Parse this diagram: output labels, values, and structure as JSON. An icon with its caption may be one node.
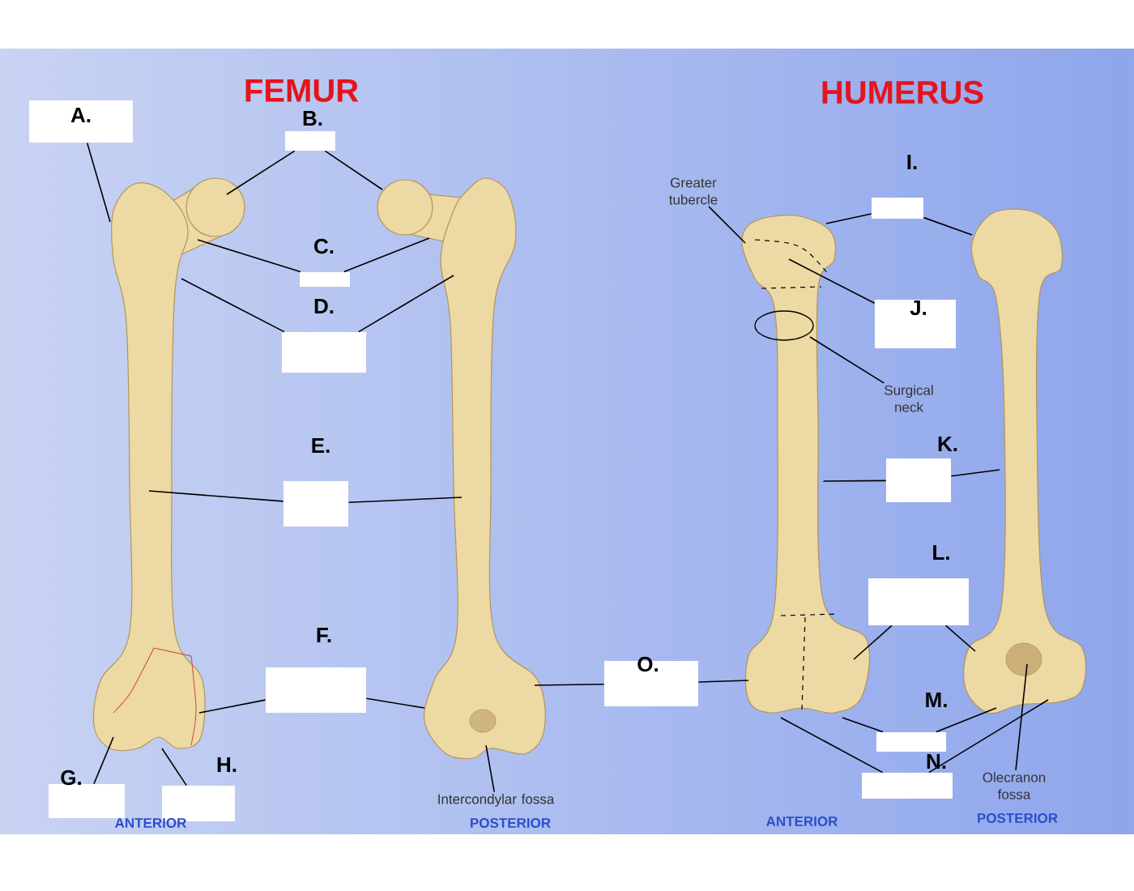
{
  "diagram": {
    "nodes": [
      {
        "text": [
          "A."
        ]
      },
      {
        "text": [
          "B."
        ]
      },
      {
        "text": [
          "C."
        ]
      },
      {
        "text": [
          "D."
        ]
      },
      {
        "text": [
          "E."
        ]
      },
      {
        "text": [
          "F."
        ]
      },
      {
        "text": [
          "G."
        ]
      },
      {
        "text": [
          "H."
        ]
      },
      {
        "text": [
          "I."
        ]
      },
      {
        "text": [
          "J."
        ]
      },
      {
        "text": [
          "K."
        ]
      },
      {
        "text": [
          "L."
        ]
      },
      {
        "text": [
          "M."
        ]
      },
      {
        "text": [
          "N."
        ]
      },
      {
        "text": [
          "O."
        ]
      },
      {
        "text": [
          "Greater tubercle"
        ]
      },
      {
        "text": [
          "Surgical neck"
        ]
      },
      {
        "text": [
          "Intercondylar fossa"
        ]
      },
      {
        "text": [
          "Olecranon fossa"
        ]
      },
      {
        "text": [],
        "shape": "picture"
      },
      {
        "text": [],
        "shape": "picture"
      },
      {
        "text": [],
        "shape": "picture"
      },
      {
        "text": [],
        "shape": "picture"
      }
    ],
    "edges": [
      {
        "from": 0,
        "to": 19,
        "arrow": "none"
      },
      {
        "from": 1,
        "to": 19,
        "arrow": "none"
      },
      {
        "from": 1,
        "to": 20,
        "arrow": "none"
      },
      {
        "from": 2,
        "to": 19,
        "arrow": "none"
      },
      {
        "from": 2,
        "to": 20,
        "arrow": "none"
      },
      {
        "from": 3,
        "to": 19,
        "arrow": "none"
      },
      {
        "from": 3,
        "to": 20,
        "arrow": "none"
      },
      {
        "from": 4,
        "to": 19,
        "arrow": "none"
      },
      {
        "from": 4,
        "to": 20,
        "arrow": "none"
      },
      {
        "from": 5,
        "to": 19,
        "arrow": "none"
      },
      {
        "from": 5,
        "to": 20,
        "arrow": "none"
      },
      {
        "from": 6,
        "to": 19,
        "arrow": "none"
      },
      {
        "from": 7,
        "to": 19,
        "arrow": "none"
      },
      {
        "from": 8,
        "to": 21,
        "arrow": "none"
      },
      {
        "from": 8,
        "to": 22,
        "arrow": "none"
      },
      {
        "from": 9,
        "to": 21,
        "arrow": "none"
      },
      {
        "from": 10,
        "to": 21,
        "arrow": "none"
      },
      {
        "from": 10,
        "to": 22,
        "arrow": "none"
      },
      {
        "from": 11,
        "to": 21,
        "arrow": "none"
      },
      {
        "from": 11,
        "to": 22,
        "arrow": "none"
      },
      {
        "from": 12,
        "to": 21,
        "arrow": "none"
      },
      {
        "from": 12,
        "to": 22,
        "arrow": "none"
      },
      {
        "from": 13,
        "to": 21,
        "arrow": "none"
      },
      {
        "from": 13,
        "to": 22,
        "arrow": "none"
      },
      {
        "from": 14,
        "to": 20,
        "arrow": "none"
      },
      {
        "from": 14,
        "to": 21,
        "arrow": "none"
      },
      {
        "from": 15,
        "to": 21,
        "arrow": "none"
      },
      {
        "from": 16,
        "to": 21,
        "arrow": "none"
      },
      {
        "from": 17,
        "to": 20,
        "arrow": "none"
      },
      {
        "from": 18,
        "to": 22,
        "arrow": "none"
      }
    ],
    "labels": [
      "FEMUR",
      "HUMERUS",
      "ANTERIOR",
      "POSTERIOR",
      "ANTERIOR",
      "POSTERIOR"
    ]
  }
}
